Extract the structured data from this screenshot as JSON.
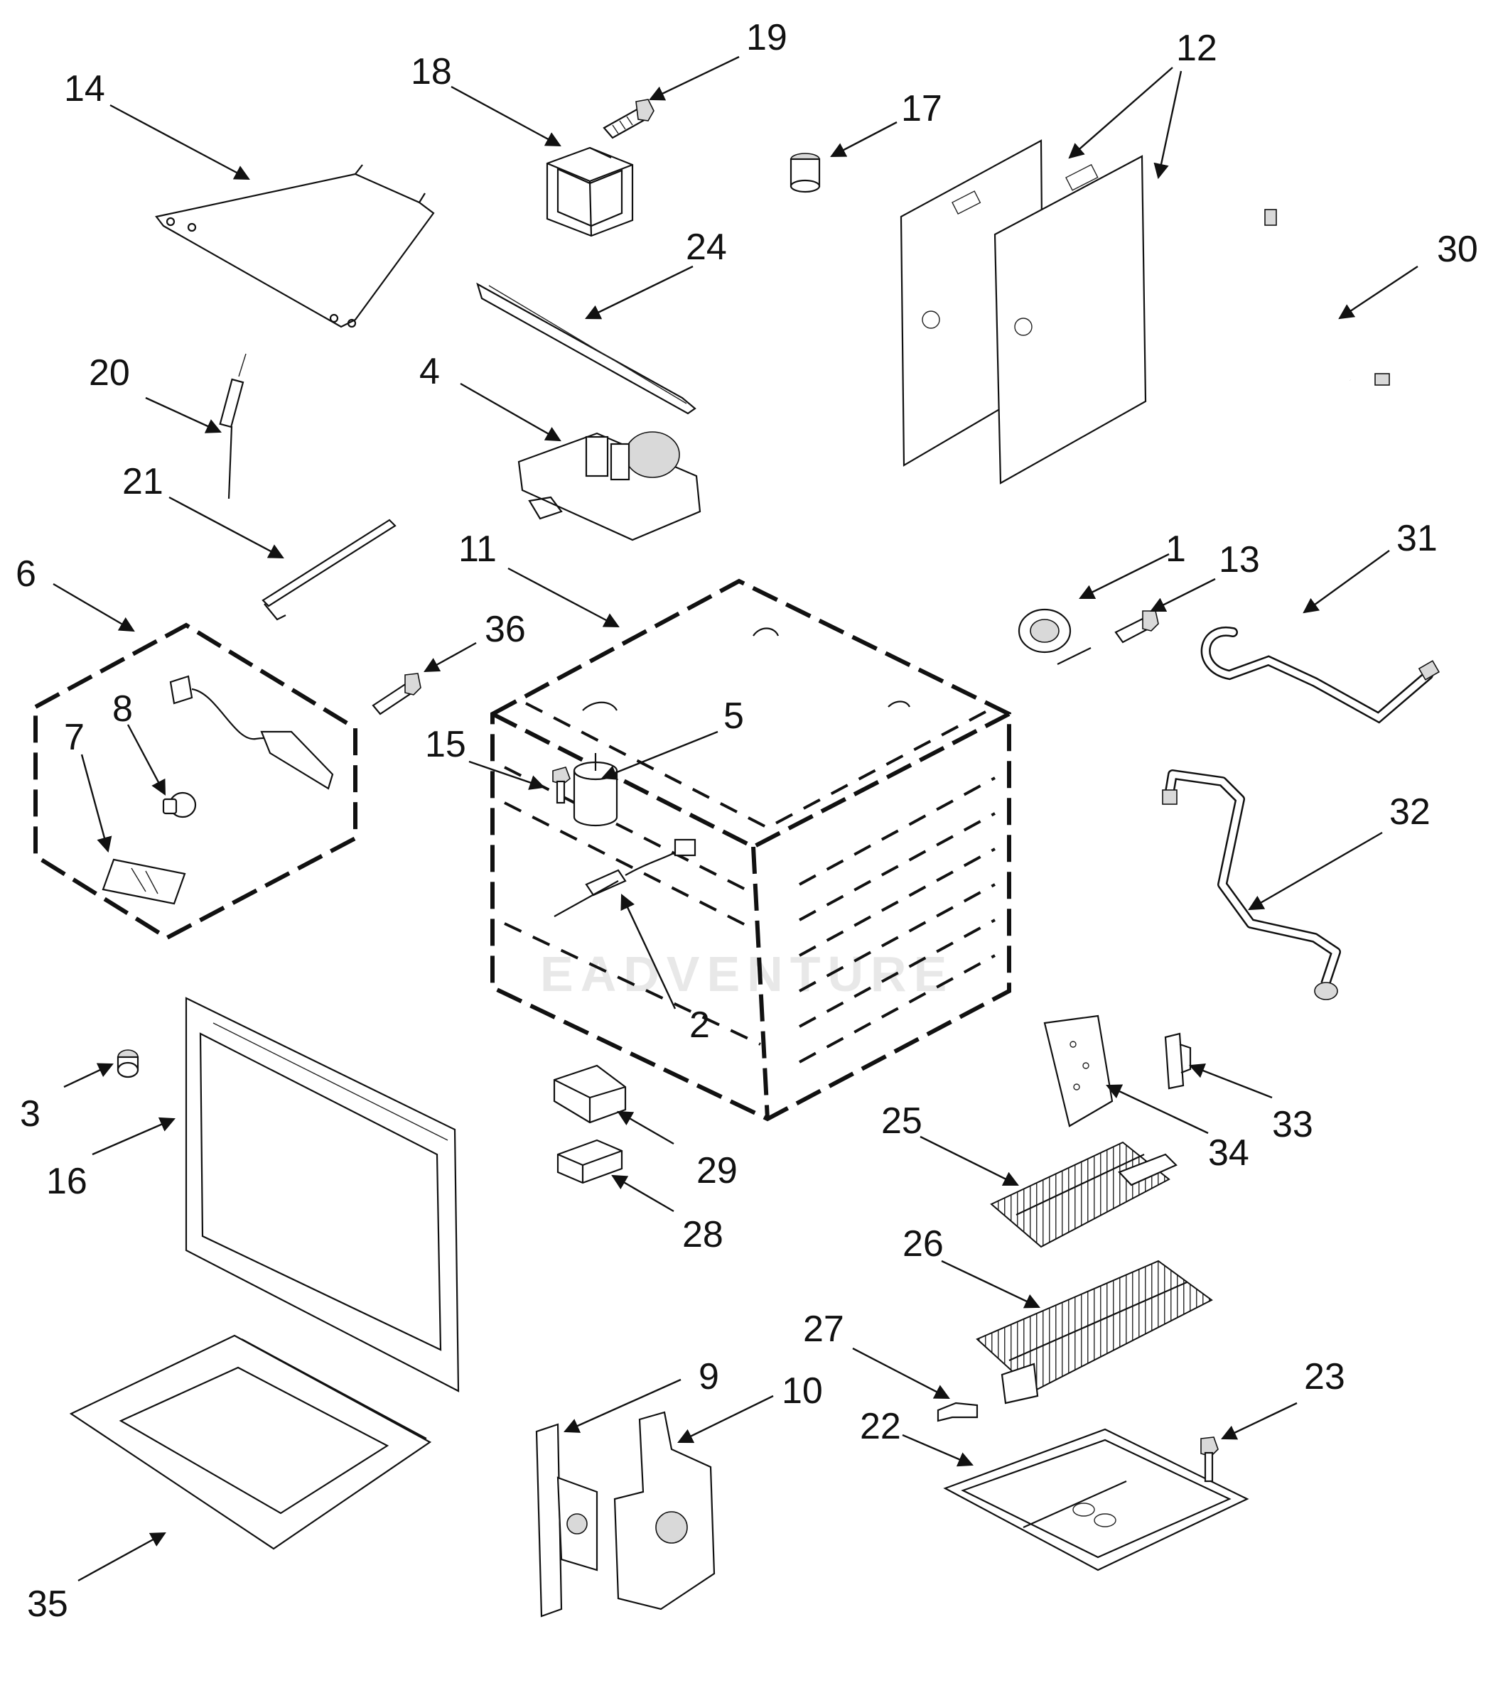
{
  "diagram": {
    "watermark": "EADVENTURE",
    "callouts": [
      "1",
      "2",
      "3",
      "4",
      "5",
      "6",
      "7",
      "8",
      "9",
      "10",
      "11",
      "12",
      "13",
      "14",
      "15",
      "16",
      "17",
      "18",
      "19",
      "20",
      "21",
      "22",
      "23",
      "24",
      "25",
      "26",
      "27",
      "28",
      "29",
      "30",
      "31",
      "32",
      "33",
      "34",
      "35",
      "36"
    ]
  }
}
